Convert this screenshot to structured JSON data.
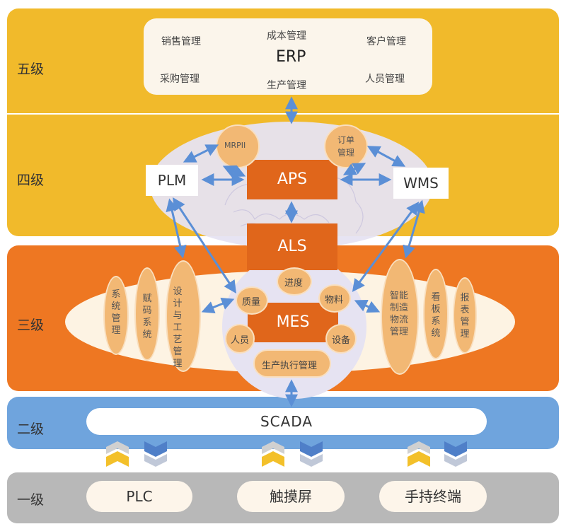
{
  "levels": {
    "l5": "五级",
    "l4": "四级",
    "l3": "三级",
    "l2": "二级",
    "l1": "一级"
  },
  "erp": {
    "title": "ERP",
    "items": [
      "销售管理",
      "成本管理",
      "客户管理",
      "采购管理",
      "生产管理",
      "人员管理"
    ]
  },
  "level4": {
    "plm": "PLM",
    "aps": "APS",
    "wms": "WMS",
    "mrp": "MRPII",
    "order_line1": "订单",
    "order_line2": "管理"
  },
  "level3": {
    "als": "ALS",
    "mes": "MES",
    "progress": "进度",
    "quality": "质量",
    "material": "物料",
    "staff": "人员",
    "equipment": "设备",
    "production_exec": "生产执行管理",
    "left_ovals": [
      "系统管理",
      "赋码系统",
      "设计与工艺管理"
    ],
    "right_ovals": [
      "智能制造物流管理",
      "看板系统",
      "报表管理"
    ]
  },
  "level2": {
    "scada": "SCADA"
  },
  "level1": {
    "items": [
      "PLC",
      "触摸屏",
      "手持终端"
    ]
  },
  "colors": {
    "gold": "#f1ba2b",
    "orange": "#ee7722",
    "dark_orange": "#e0661b",
    "blue": "#6fa4dd",
    "gray": "#b8b8b8",
    "arrow_blue": "#5b8fd6"
  }
}
